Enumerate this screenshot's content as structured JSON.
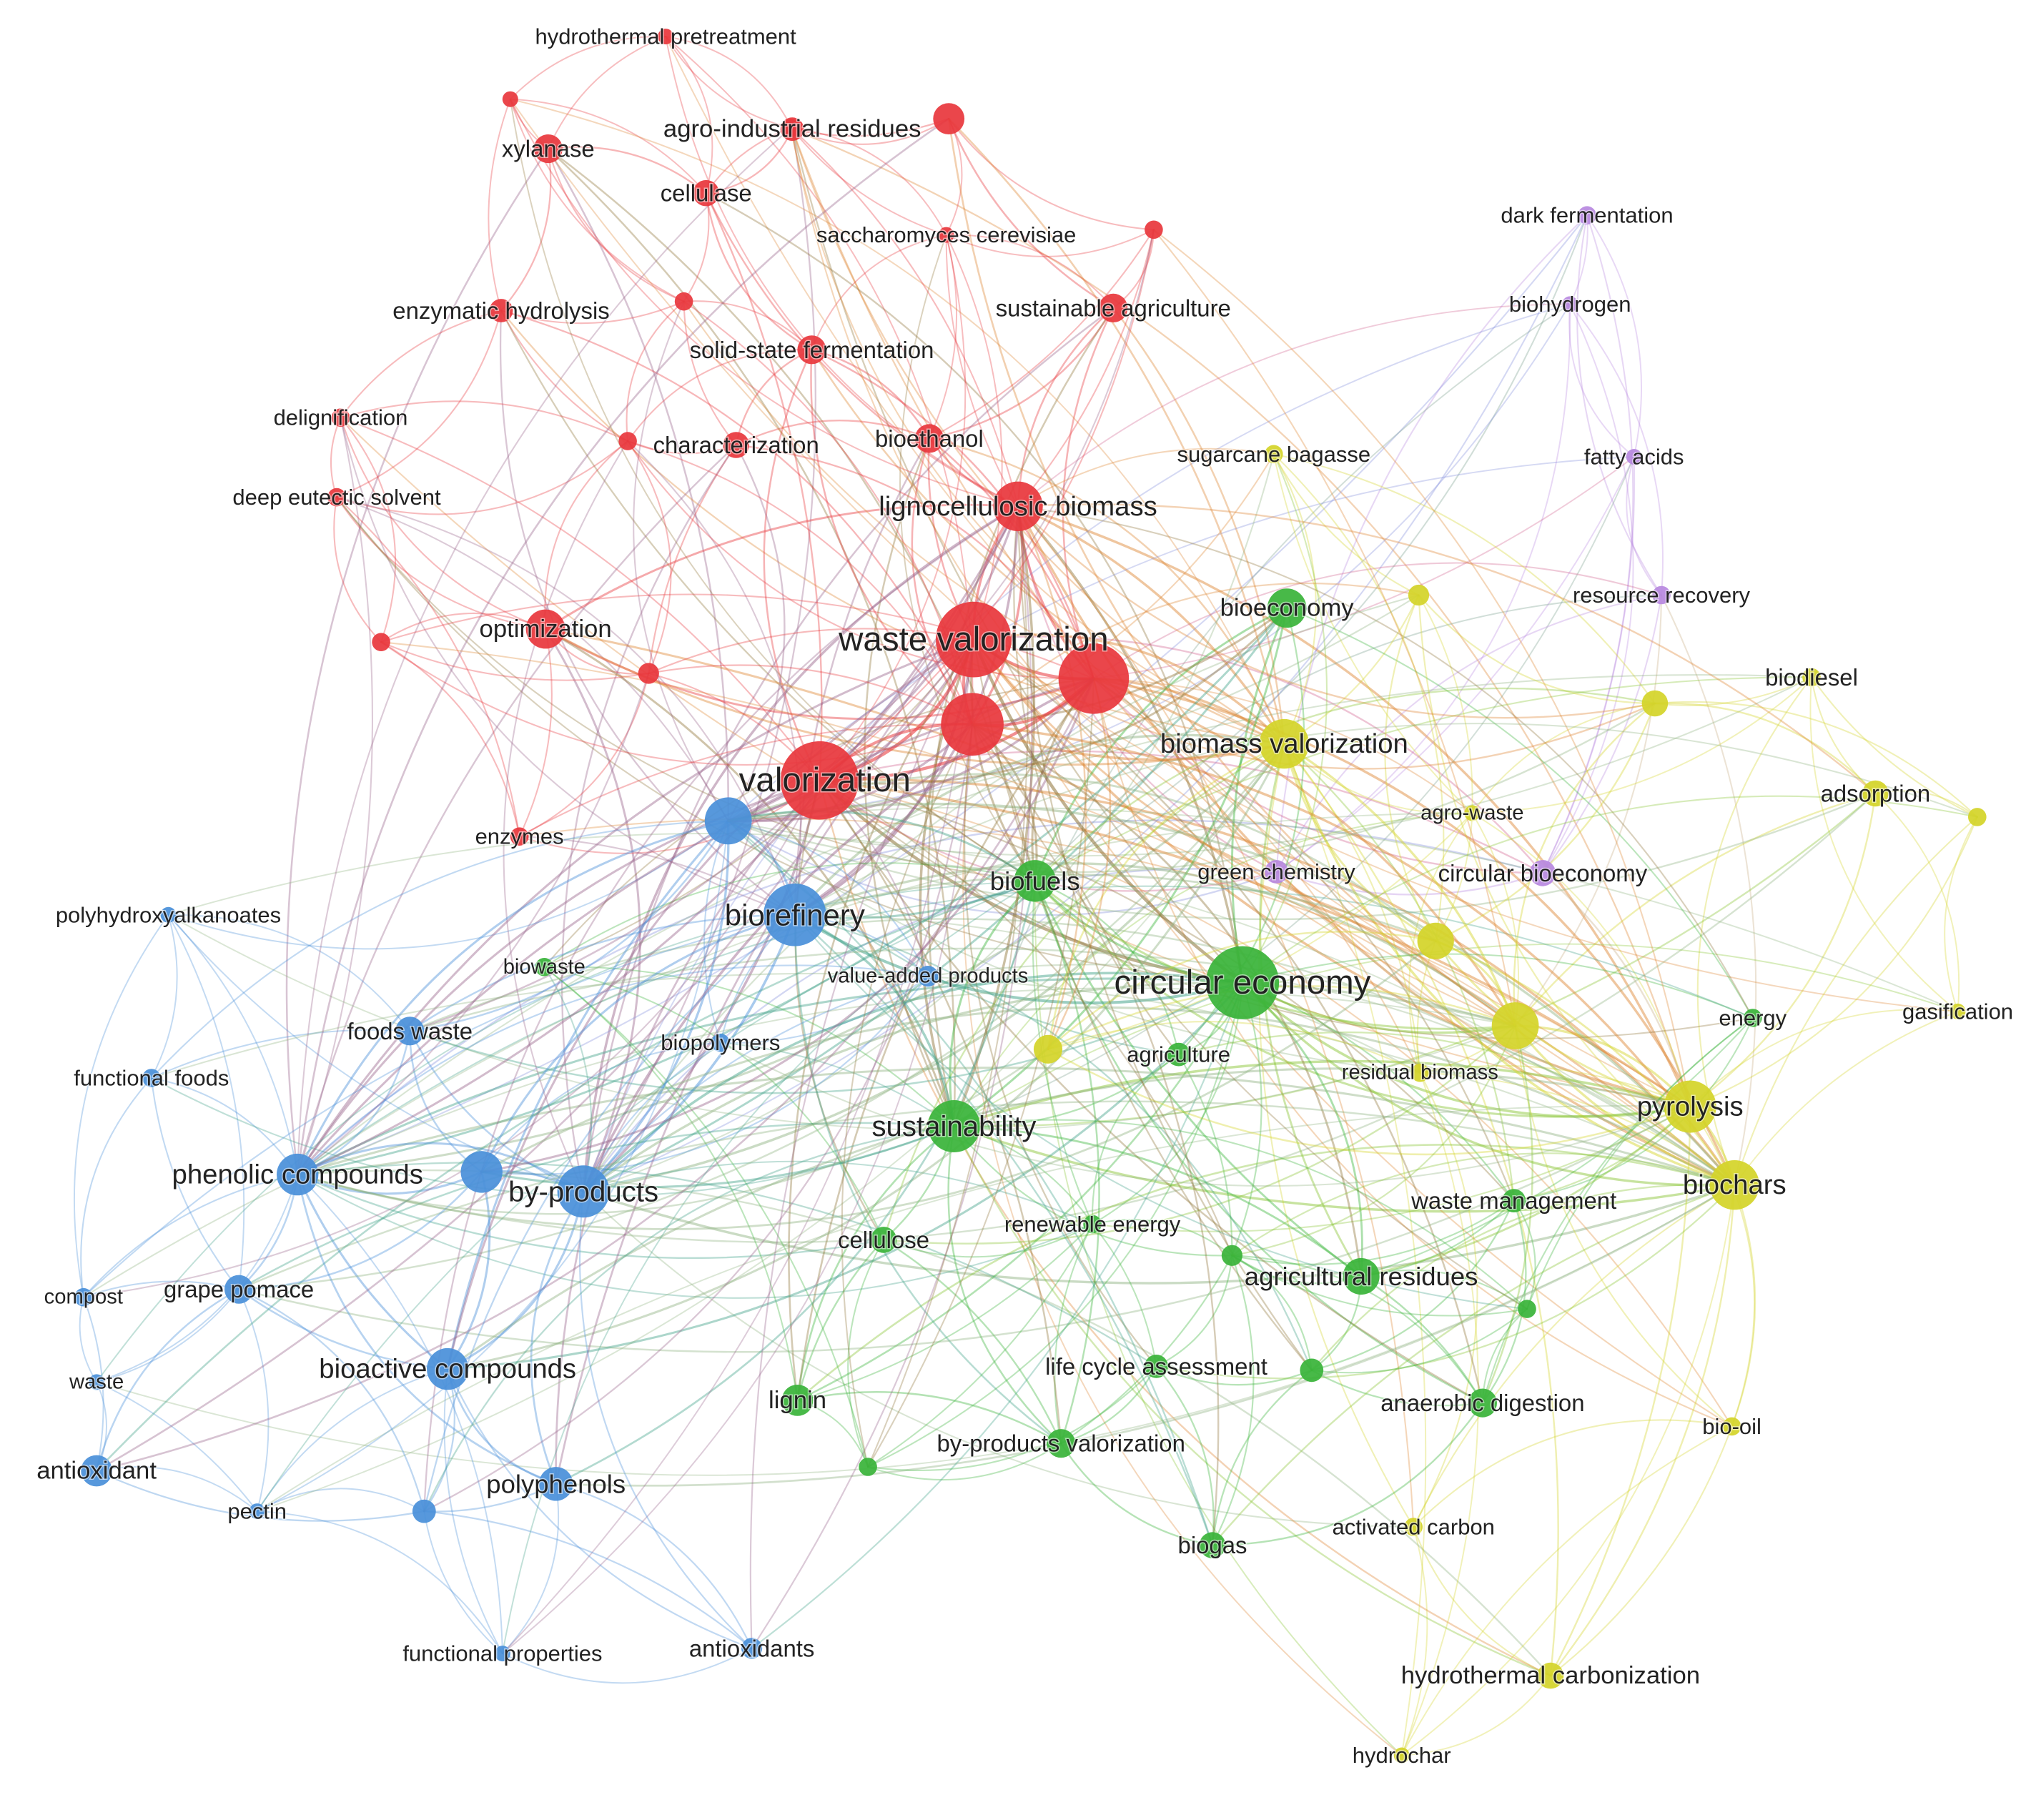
{
  "colors": {
    "red": "#e8383d",
    "blue": "#4a90d9",
    "green": "#3ab43a",
    "yellow": "#d4d42a",
    "purple": "#b889e0"
  },
  "nodes": [
    {
      "id": "hydrothermal-pretreatment",
      "label": "hydrothermal pretreatment",
      "cluster": "red"
    },
    {
      "id": "agro-industrial-residues",
      "label": "agro-industrial residues",
      "cluster": "red"
    },
    {
      "id": "xylanase",
      "label": "xylanase",
      "cluster": "red"
    },
    {
      "id": "cellulase",
      "label": "cellulase",
      "cluster": "red"
    },
    {
      "id": "saccharomyces-cerevisiae",
      "label": "saccharomyces cerevisiae",
      "cluster": "red"
    },
    {
      "id": "enzymatic-hydrolysis",
      "label": "enzymatic hydrolysis",
      "cluster": "red"
    },
    {
      "id": "sustainable-agriculture",
      "label": "sustainable agriculture",
      "cluster": "red"
    },
    {
      "id": "solid-state-fermentation",
      "label": "solid-state fermentation",
      "cluster": "red"
    },
    {
      "id": "delignification",
      "label": "delignification",
      "cluster": "red"
    },
    {
      "id": "characterization",
      "label": "characterization",
      "cluster": "red"
    },
    {
      "id": "bioethanol",
      "label": "bioethanol",
      "cluster": "red"
    },
    {
      "id": "deep-eutectic-solvent",
      "label": "deep eutectic solvent",
      "cluster": "red"
    },
    {
      "id": "lignocellulosic-biomass",
      "label": "lignocellulosic biomass",
      "cluster": "red"
    },
    {
      "id": "optimization",
      "label": "optimization",
      "cluster": "red"
    },
    {
      "id": "waste-valorization",
      "label": "waste valorization",
      "cluster": "red"
    },
    {
      "id": "valorization",
      "label": "valorization",
      "cluster": "red"
    },
    {
      "id": "enzymes",
      "label": "enzymes",
      "cluster": "red"
    },
    {
      "id": "dark-fermentation",
      "label": "dark fermentation",
      "cluster": "purple"
    },
    {
      "id": "biohydrogen",
      "label": "biohydrogen",
      "cluster": "purple"
    },
    {
      "id": "fatty-acids",
      "label": "fatty acids",
      "cluster": "purple"
    },
    {
      "id": "resource-recovery",
      "label": "resource recovery",
      "cluster": "purple"
    },
    {
      "id": "circular-bioeconomy",
      "label": "circular bioeconomy",
      "cluster": "purple"
    },
    {
      "id": "green-chemistry",
      "label": "green chemistry",
      "cluster": "purple"
    },
    {
      "id": "sugarcane-bagasse",
      "label": "sugarcane bagasse",
      "cluster": "yellow"
    },
    {
      "id": "biomass-valorization",
      "label": "biomass valorization",
      "cluster": "yellow"
    },
    {
      "id": "biodiesel",
      "label": "biodiesel",
      "cluster": "yellow"
    },
    {
      "id": "adsorption",
      "label": "adsorption",
      "cluster": "yellow"
    },
    {
      "id": "agro-waste",
      "label": "agro-waste",
      "cluster": "yellow"
    },
    {
      "id": "gasification",
      "label": "gasification",
      "cluster": "yellow"
    },
    {
      "id": "pyrolysis",
      "label": "pyrolysis",
      "cluster": "yellow"
    },
    {
      "id": "biochars",
      "label": "biochars",
      "cluster": "yellow"
    },
    {
      "id": "residual-biomass",
      "label": "residual biomass",
      "cluster": "yellow"
    },
    {
      "id": "bio-oil",
      "label": "bio-oil",
      "cluster": "yellow"
    },
    {
      "id": "activated-carbon",
      "label": "activated carbon",
      "cluster": "yellow"
    },
    {
      "id": "hydrothermal-carbonization",
      "label": "hydrothermal carbonization",
      "cluster": "yellow"
    },
    {
      "id": "hydrochar",
      "label": "hydrochar",
      "cluster": "yellow"
    },
    {
      "id": "bioeconomy",
      "label": "bioeconomy",
      "cluster": "green"
    },
    {
      "id": "biofuels",
      "label": "biofuels",
      "cluster": "green"
    },
    {
      "id": "circular-economy",
      "label": "circular economy",
      "cluster": "green"
    },
    {
      "id": "energy",
      "label": "energy",
      "cluster": "green"
    },
    {
      "id": "agriculture",
      "label": "agriculture",
      "cluster": "green"
    },
    {
      "id": "sustainability",
      "label": "sustainability",
      "cluster": "green"
    },
    {
      "id": "waste-management",
      "label": "waste management",
      "cluster": "green"
    },
    {
      "id": "renewable-energy",
      "label": "renewable energy",
      "cluster": "green"
    },
    {
      "id": "cellulose",
      "label": "cellulose",
      "cluster": "green"
    },
    {
      "id": "agricultural-residues",
      "label": "agricultural residues",
      "cluster": "green"
    },
    {
      "id": "life-cycle-assessment",
      "label": "life cycle assessment",
      "cluster": "green"
    },
    {
      "id": "lignin",
      "label": "lignin",
      "cluster": "green"
    },
    {
      "id": "anaerobic-digestion",
      "label": "anaerobic digestion",
      "cluster": "green"
    },
    {
      "id": "by-products-valorization",
      "label": "by-products valorization",
      "cluster": "green"
    },
    {
      "id": "biogas",
      "label": "biogas",
      "cluster": "green"
    },
    {
      "id": "biowaste",
      "label": "biowaste",
      "cluster": "green"
    },
    {
      "id": "biorefinery",
      "label": "biorefinery",
      "cluster": "blue"
    },
    {
      "id": "value-added-products",
      "label": "value-added products",
      "cluster": "blue"
    },
    {
      "id": "polyhydroxyalkanoates",
      "label": "polyhydroxyalkanoates",
      "cluster": "blue"
    },
    {
      "id": "foods-waste",
      "label": "foods waste",
      "cluster": "blue"
    },
    {
      "id": "biopolymers",
      "label": "biopolymers",
      "cluster": "blue"
    },
    {
      "id": "functional-foods",
      "label": "functional foods",
      "cluster": "blue"
    },
    {
      "id": "phenolic-compounds",
      "label": "phenolic compounds",
      "cluster": "blue"
    },
    {
      "id": "by-products",
      "label": "by-products",
      "cluster": "blue"
    },
    {
      "id": "compost",
      "label": "compost",
      "cluster": "blue"
    },
    {
      "id": "grape-pomace",
      "label": "grape pomace",
      "cluster": "blue"
    },
    {
      "id": "waste",
      "label": "waste",
      "cluster": "blue"
    },
    {
      "id": "bioactive-compounds",
      "label": "bioactive compounds",
      "cluster": "blue"
    },
    {
      "id": "antioxidant",
      "label": "antioxidant",
      "cluster": "blue"
    },
    {
      "id": "polyphenols",
      "label": "polyphenols",
      "cluster": "blue"
    },
    {
      "id": "pectin",
      "label": "pectin",
      "cluster": "blue"
    },
    {
      "id": "functional-properties",
      "label": "functional properties",
      "cluster": "blue"
    },
    {
      "id": "antioxidants",
      "label": "antioxidants",
      "cluster": "blue"
    }
  ]
}
